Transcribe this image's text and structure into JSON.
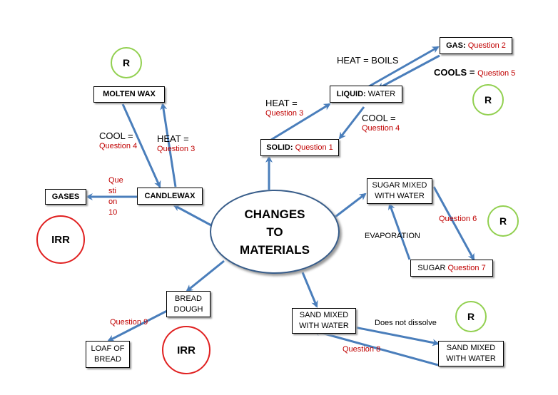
{
  "center": {
    "line1": "CHANGES",
    "line2": "TO",
    "line3": "MATERIALS"
  },
  "nodes": {
    "gas": {
      "label": "GAS",
      "question": "Question 2"
    },
    "liquid": {
      "label": "LIQUID",
      "value": "WATER"
    },
    "solid": {
      "label": "SOLID",
      "question": "Question 1"
    },
    "molten_wax": "MOLTEN WAX",
    "candlewax": "CANDLEWAX",
    "gases": "GASES",
    "sugar_mixed": {
      "line1": "SUGAR MIXED",
      "line2": "WITH WATER"
    },
    "sugar": {
      "label": "SUGAR",
      "question": "Question 7"
    },
    "bread_dough": {
      "line1": "BREAD",
      "line2": "DOUGH"
    },
    "loaf": {
      "line1": "LOAF OF",
      "line2": "BREAD"
    },
    "sand_mixed_left": {
      "line1": "SAND MIXED",
      "line2": "WITH WATER"
    },
    "sand_mixed_right": {
      "line1": "SAND MIXED",
      "line2": "WITH WATER"
    }
  },
  "labels": {
    "heat_boils": "HEAT = BOILS",
    "cools": "COOLS =",
    "cools_q": "Question 5",
    "heat_solid": "HEAT =",
    "heat_solid_q": "Question 3",
    "cool_liquid": "COOL =",
    "cool_liquid_q": "Question 4",
    "cool_wax": "COOL =",
    "cool_wax_q": "Question 4",
    "heat_wax": "HEAT =",
    "heat_wax_q": "Question 3",
    "q10_line1": "Que",
    "q10_line2": "sti",
    "q10_line3": "on",
    "q10_line4": "10",
    "q6": "Question 6",
    "evaporation": "EVAPORATION",
    "q9": "Question 9",
    "does_not_dissolve": "Does not dissolve",
    "q8": "Question 8"
  },
  "badges": {
    "r1": "R",
    "r2": "R",
    "r3": "R",
    "r4": "R",
    "irr1": "IRR",
    "irr2": "IRR"
  },
  "colors": {
    "arrow": "#4a7ebb",
    "reversible": "#92d050",
    "irreversible": "#e02020",
    "question": "#c00000"
  }
}
